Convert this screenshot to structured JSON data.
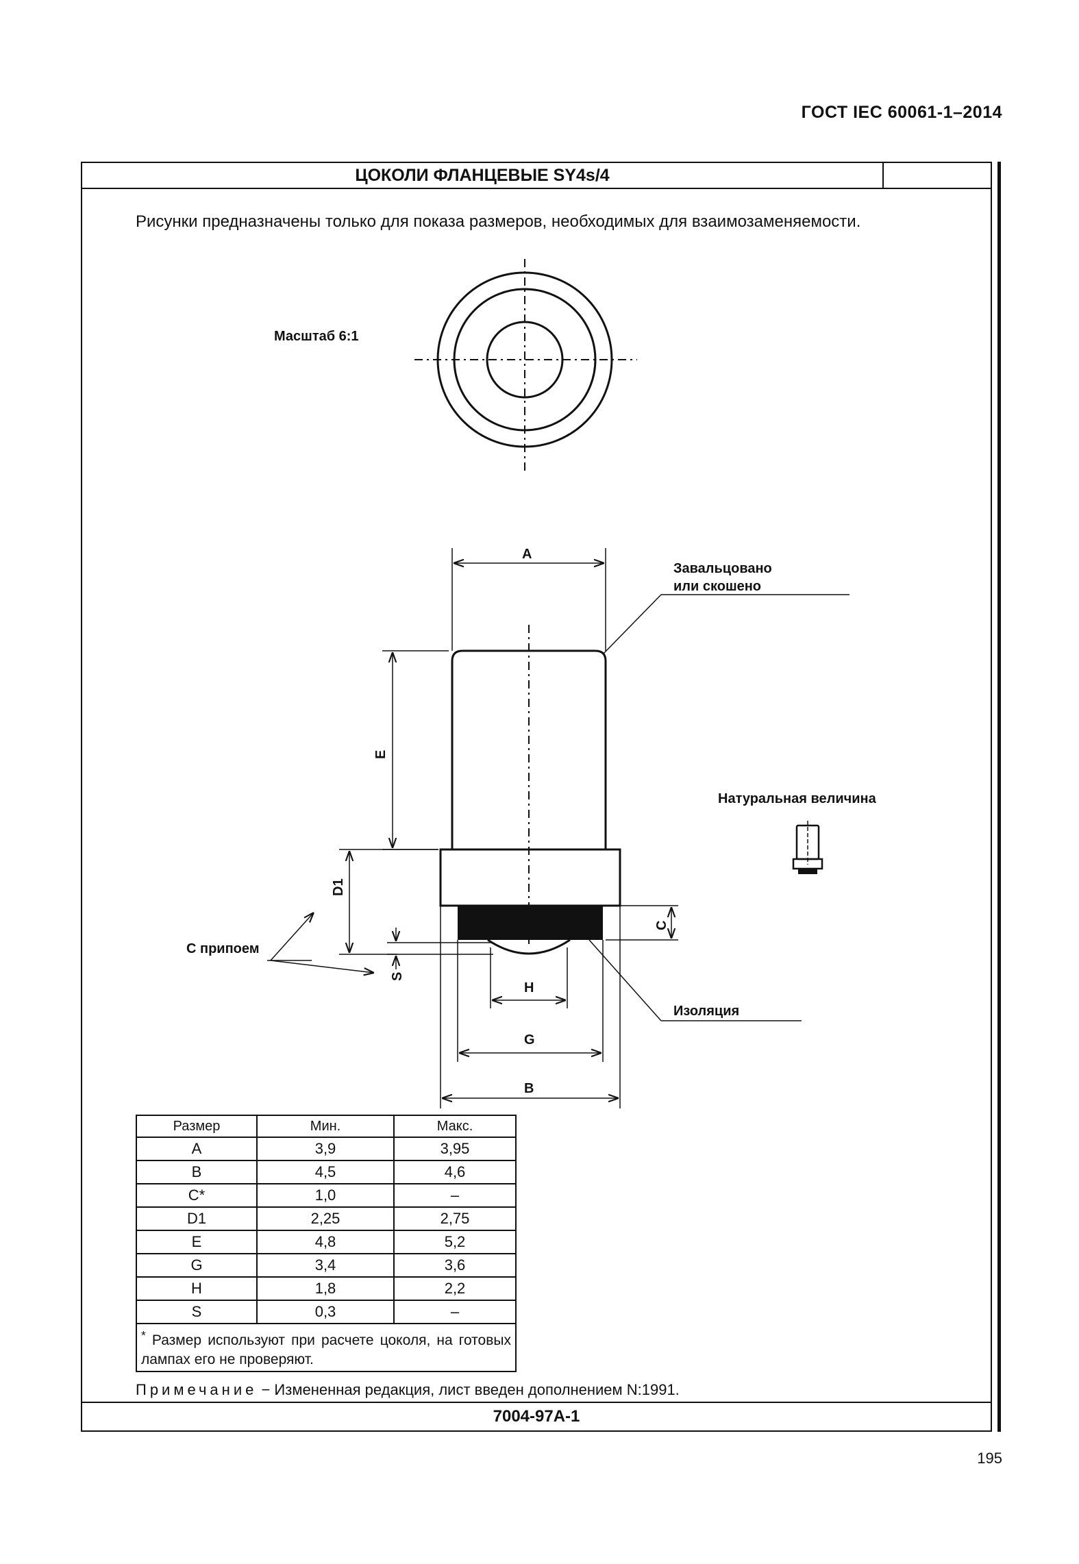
{
  "header": {
    "standard": "ГОСТ IEC 60061-1–2014"
  },
  "sheet": {
    "title": "ЦОКОЛИ ФЛАНЦЕВЫЕ SY4s/4",
    "intro": "Рисунки предназначены только для показа размеров, необходимых для взаимозаменяемости.",
    "sheet_number": "7004-97A-1"
  },
  "drawing": {
    "scale_label": "Масштаб 6:1",
    "natural_size_label": "Натуральная величина",
    "rolled_label_1": "Завальцовано",
    "rolled_label_2": "или скошено",
    "solder_label": "С припоем",
    "insulation_label": "Изоляция",
    "dims": {
      "A": "A",
      "B": "B",
      "C": "C",
      "D1": "D1",
      "E": "E",
      "G": "G",
      "H": "H",
      "S": "S"
    }
  },
  "table": {
    "headers": [
      "Размер",
      "Мин.",
      "Макс."
    ],
    "rows": [
      {
        "name": "A",
        "min": "3,9",
        "max": "3,95"
      },
      {
        "name": "B",
        "min": "4,5",
        "max": "4,6"
      },
      {
        "name": "C*",
        "min": "1,0",
        "max": "–"
      },
      {
        "name": "D1",
        "min": "2,25",
        "max": "2,75"
      },
      {
        "name": "E",
        "min": "4,8",
        "max": "5,2"
      },
      {
        "name": "G",
        "min": "3,4",
        "max": "3,6"
      },
      {
        "name": "H",
        "min": "1,8",
        "max": "2,2"
      },
      {
        "name": "S",
        "min": "0,3",
        "max": "–"
      }
    ],
    "footnote_mark": "*",
    "footnote": "Размер используют при расчете цоколя, на готовых лампах его не проверяют."
  },
  "note": {
    "label": "Примечание",
    "text": "− Измененная редакция, лист введен дополнением N:1991."
  },
  "page_number": "195"
}
